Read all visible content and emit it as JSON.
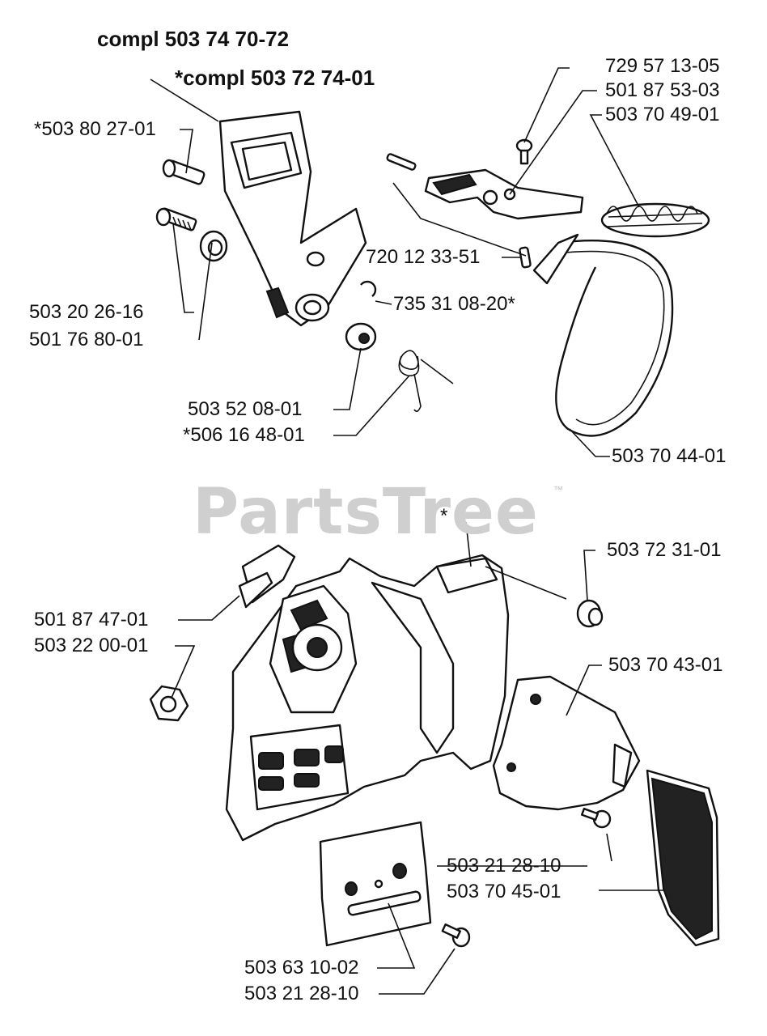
{
  "titles": {
    "assembly_main": "compl 503 74 70-72",
    "assembly_sub": "*compl 503 72 74-01"
  },
  "watermark": {
    "text": "PartsTree",
    "trademark": "™"
  },
  "labels": {
    "p_729571305": "729 57 13-05",
    "p_501875303": "501 87 53-03",
    "p_503704901": "503 70 49-01",
    "p_503802701": "*503 80 27-01",
    "p_720123351": "720 12 33-51",
    "p_735310820": "735 31 08-20*",
    "p_503202616": "503 20 26-16",
    "p_501768001": "501 76 80-01",
    "p_503520801": "503 52 08-01",
    "p_506164801": "*506 16 48-01",
    "p_503704401": "503 70 44-01",
    "p_asterisk": "*",
    "p_503723101": "503 72 31-01",
    "p_501874701": "501 87 47-01",
    "p_503220001": "503 22 00-01",
    "p_503704301": "503 70 43-01",
    "p_503212810_a": "503 21 28-10",
    "p_503704501": "503 70 45-01",
    "p_503631002": "503 63 10-02",
    "p_503212810_b": "503 21 28-10"
  },
  "colors": {
    "ink": "#111111",
    "watermark": "#cfcfcf",
    "background": "#ffffff"
  }
}
